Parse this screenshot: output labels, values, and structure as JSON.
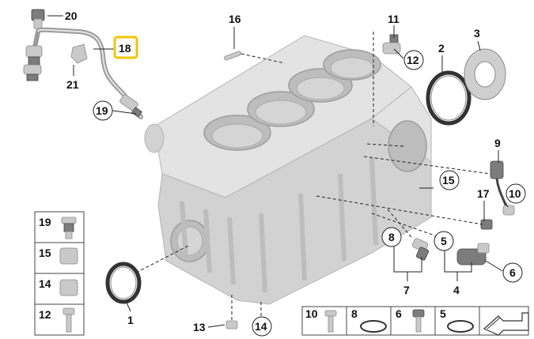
{
  "diagram": {
    "callouts": [
      "1",
      "2",
      "3",
      "4",
      "5",
      "6",
      "7",
      "8",
      "9",
      "10",
      "11",
      "12",
      "13",
      "14",
      "15",
      "16",
      "17",
      "18",
      "19",
      "20",
      "21"
    ],
    "highlighted_callout": "18",
    "highlight_color": "#f5c400",
    "legend_left": [
      "19",
      "15",
      "14",
      "12"
    ],
    "legend_bottom": [
      "10",
      "8",
      "6",
      "5"
    ]
  }
}
